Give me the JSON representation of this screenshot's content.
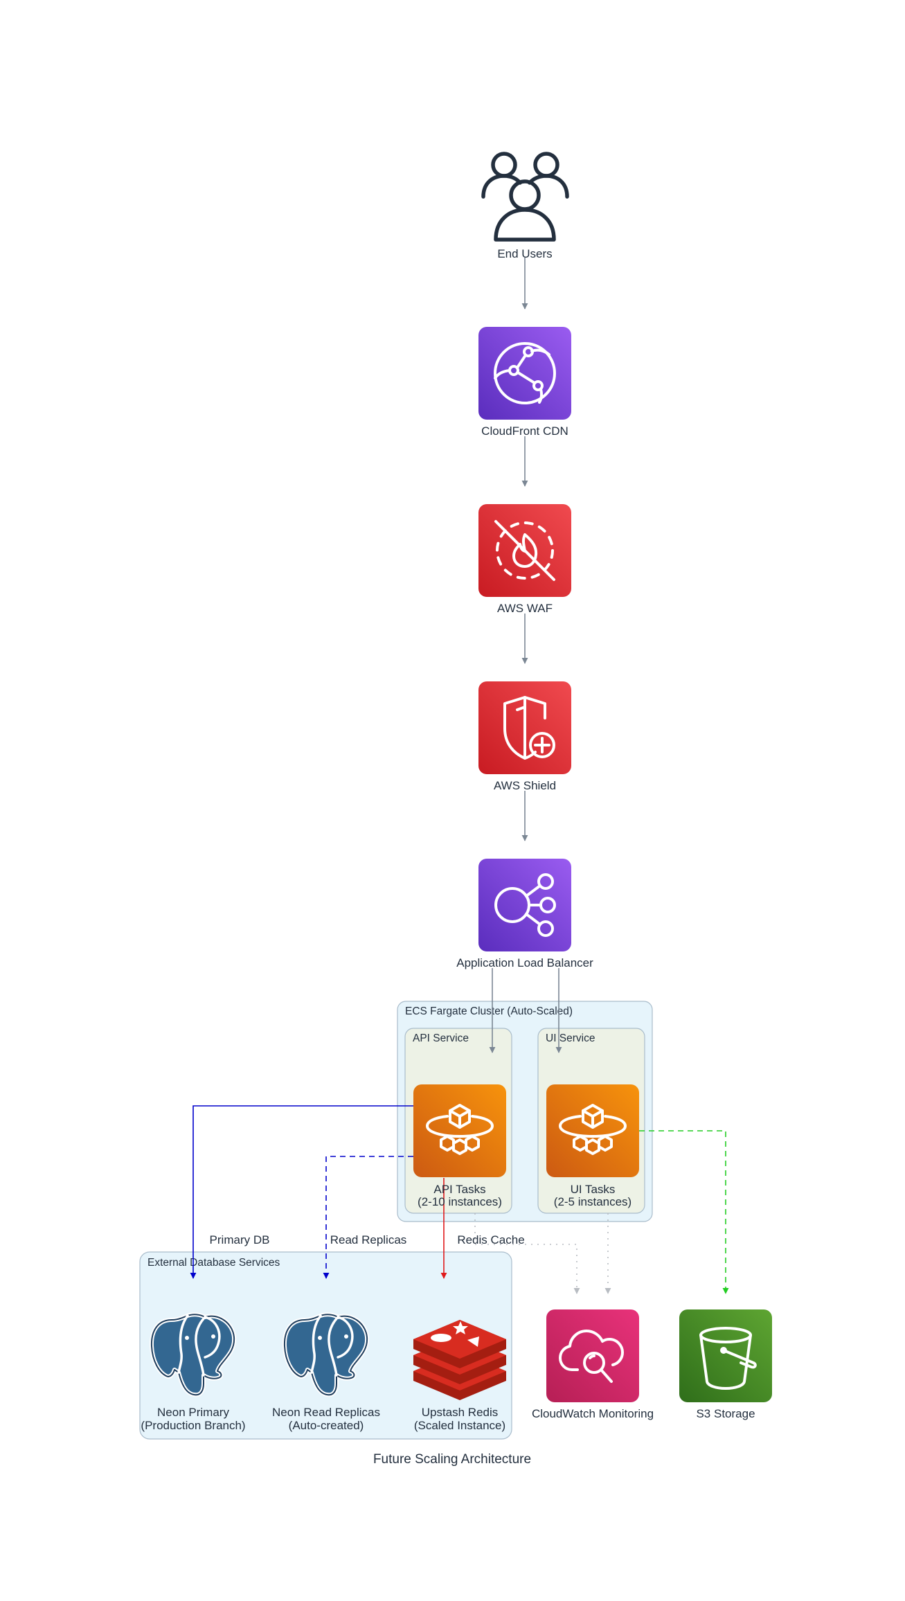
{
  "title": "Future Scaling Architecture",
  "colors": {
    "edge_default": "#7b8794",
    "edge_blue": "#0000cc",
    "edge_red": "#e0191b",
    "edge_green": "#22cc22",
    "edge_gray": "#b8bcc2",
    "cluster_fill": "#e6f4fb",
    "cluster_stroke": "#a9bccb",
    "subcluster_fill": "#edf2e6",
    "purple": "#7a46d6",
    "red": "#dd2f35",
    "orange": "#e8700e",
    "pink": "#d02a62",
    "green": "#3f8a24",
    "postgres": "#336791"
  },
  "nodes": {
    "users": {
      "label": "End Users",
      "icon": "users-icon"
    },
    "cloudfront": {
      "label": "CloudFront CDN",
      "icon": "cloudfront-icon"
    },
    "waf": {
      "label": "AWS WAF",
      "icon": "waf-icon"
    },
    "shield": {
      "label": "AWS Shield",
      "icon": "shield-icon"
    },
    "alb": {
      "label": "Application Load Balancer",
      "icon": "load-balancer-icon"
    },
    "api_tasks": {
      "label_line1": "API Tasks",
      "label_line2": "(2-10 instances)",
      "icon": "fargate-icon"
    },
    "ui_tasks": {
      "label_line1": "UI Tasks",
      "label_line2": "(2-5 instances)",
      "icon": "fargate-icon"
    },
    "neon_primary": {
      "label_line1": "Neon Primary",
      "label_line2": "(Production Branch)",
      "icon": "postgresql-icon"
    },
    "neon_replicas": {
      "label_line1": "Neon Read Replicas",
      "label_line2": "(Auto-created)",
      "icon": "postgresql-icon"
    },
    "redis": {
      "label_line1": "Upstash Redis",
      "label_line2": "(Scaled Instance)",
      "icon": "redis-icon"
    },
    "cloudwatch": {
      "label": "CloudWatch Monitoring",
      "icon": "cloudwatch-icon"
    },
    "s3": {
      "label": "S3 Storage",
      "icon": "s3-bucket-icon"
    }
  },
  "clusters": {
    "ecs": "ECS Fargate Cluster (Auto-Scaled)",
    "api_service": "API Service",
    "ui_service": "UI Service",
    "external_db": "External Database Services"
  },
  "edges": {
    "primary_db": "Primary DB",
    "read_replicas": "Read Replicas",
    "redis_cache": "Redis Cache"
  }
}
